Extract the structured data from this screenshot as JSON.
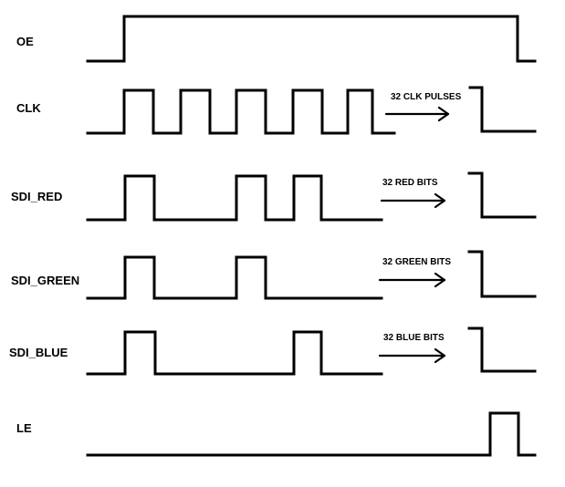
{
  "signals": [
    {
      "id": "oe",
      "label": "OE"
    },
    {
      "id": "clk",
      "label": "CLK",
      "note": "32 CLK PULSES"
    },
    {
      "id": "sdi-red",
      "label": "SDI_RED",
      "note": "32 RED BITS"
    },
    {
      "id": "sdi-green",
      "label": "SDI_GREEN",
      "note": "32 GREEN BITS"
    },
    {
      "id": "sdi-blue",
      "label": "SDI_BLUE",
      "note": "32 BLUE BITS"
    },
    {
      "id": "le",
      "label": "LE"
    }
  ]
}
